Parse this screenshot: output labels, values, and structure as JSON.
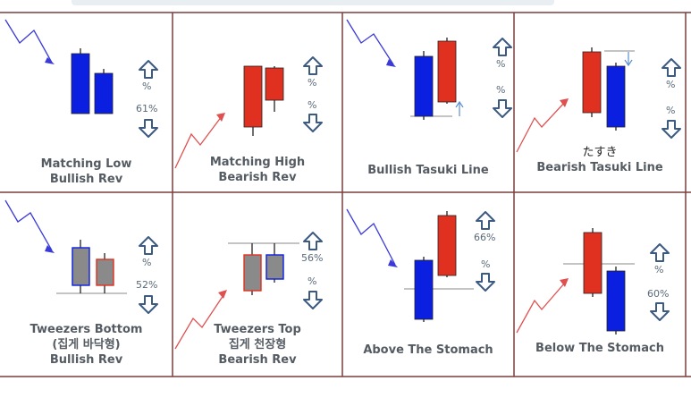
{
  "colors": {
    "bull_fill": "#0a1fe0",
    "bear_fill": "#e0301f",
    "doji_fill": "#8a8a8a",
    "grid_line": "#7a3f3f",
    "down_trend": "#3a3ad8",
    "up_trend": "#e05050",
    "arrow_outline": "#3d5a80"
  },
  "panels": [
    {
      "id": "matching-low",
      "caption_lines": [
        "Matching Low",
        "Bullish Rev"
      ],
      "trend": "down",
      "up_pct": "%",
      "down_pct": "61%"
    },
    {
      "id": "matching-high",
      "caption_lines": [
        "Matching High",
        "Bearish Rev"
      ],
      "trend": "up",
      "up_pct": "%",
      "down_pct": "%"
    },
    {
      "id": "bullish-tasuki",
      "caption_lines": [
        "Bullish Tasuki Line"
      ],
      "trend": "down",
      "up_pct": "%",
      "down_pct": "%"
    },
    {
      "id": "bearish-tasuki",
      "caption_lines": [
        "たすき",
        "Bearish Tasuki Line"
      ],
      "trend": "up",
      "up_pct": "%",
      "down_pct": "%"
    },
    {
      "id": "tweezers-bottom",
      "caption_lines": [
        "Tweezers Bottom",
        "(집게 바닥형)",
        "Bullish Rev"
      ],
      "trend": "down",
      "up_pct": "%",
      "down_pct": "52%"
    },
    {
      "id": "tweezers-top",
      "caption_lines": [
        "Tweezers Top",
        "집게 천장형",
        "Bearish Rev"
      ],
      "trend": "up",
      "up_pct": "56%",
      "down_pct": "%"
    },
    {
      "id": "above-stomach",
      "caption_lines": [
        "Above The Stomach"
      ],
      "trend": "down",
      "up_pct": "66%",
      "down_pct": "%"
    },
    {
      "id": "below-stomach",
      "caption_lines": [
        "Below The Stomach"
      ],
      "trend": "up",
      "up_pct": "%",
      "down_pct": "60%"
    }
  ]
}
